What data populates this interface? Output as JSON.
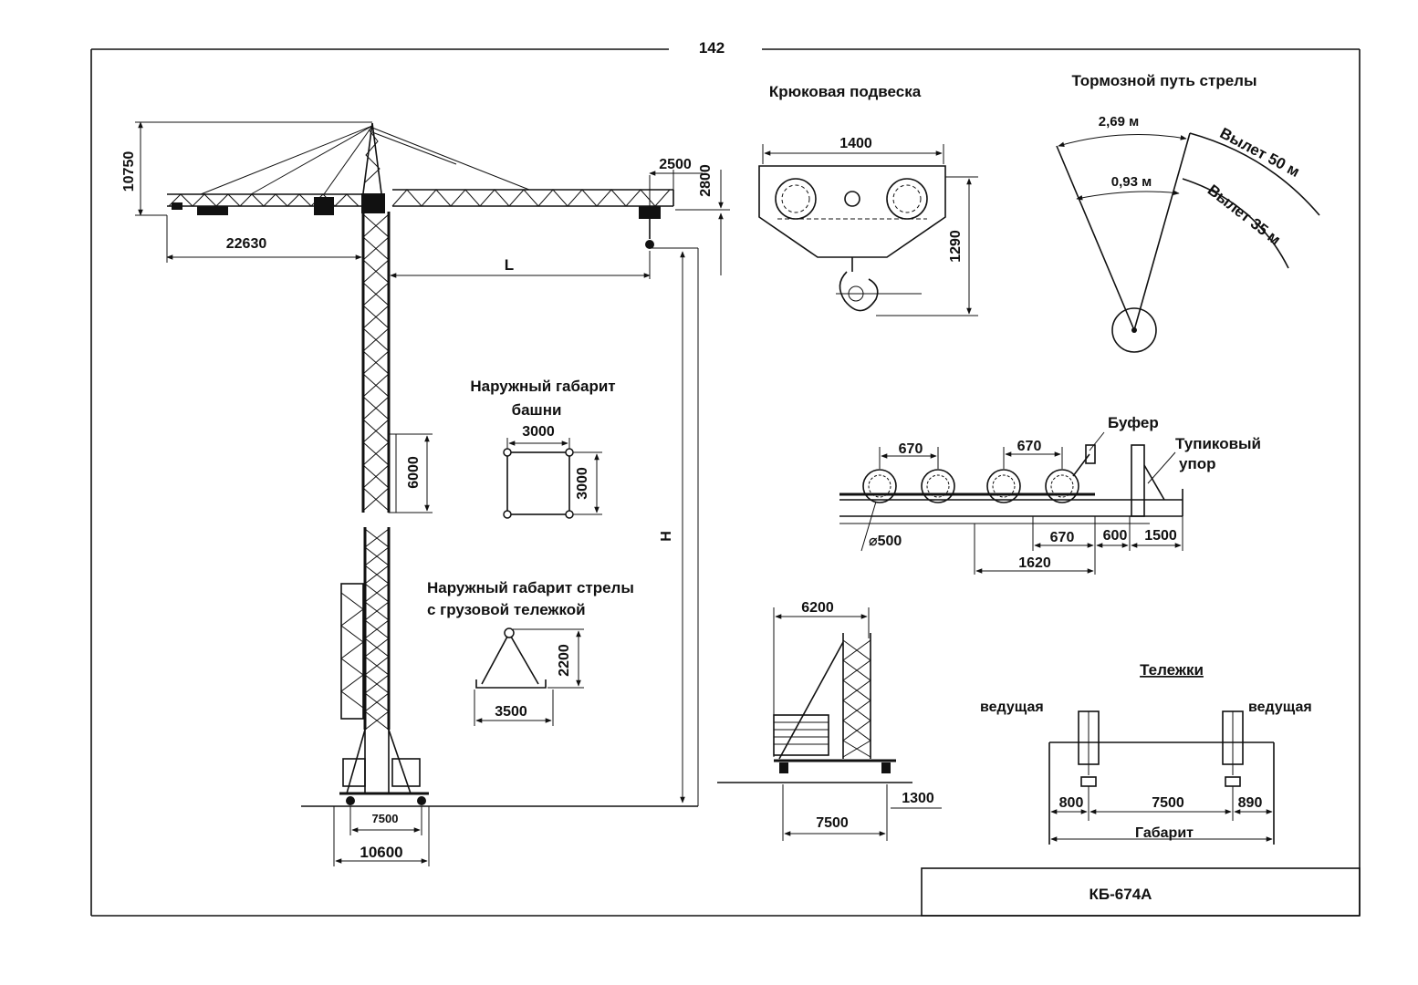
{
  "page_number": "142",
  "crane": {
    "dims": {
      "height_top": "10750",
      "counter_jib": "22630",
      "trolley_offset": "2500",
      "jib_height": "2800",
      "reach": "L",
      "hook_height": "H",
      "section": "6000",
      "track_inner": "7500",
      "track_outer": "10600"
    }
  },
  "tower_section": {
    "title_line1": "Наружный габарит",
    "title_line2": "башни",
    "width": "3000",
    "depth": "3000"
  },
  "jib_section": {
    "title_line1": "Наружный габарит стрелы",
    "title_line2": "с грузовой тележкой",
    "height": "2200",
    "width": "3500"
  },
  "hook_block": {
    "title": "Крюковая подвеска",
    "width": "1400",
    "height": "1290"
  },
  "braking": {
    "title": "Тормозной путь стрелы",
    "outer_label": "2,69 м",
    "inner_label": "0,93 м",
    "outer_reach": "Вылет 50 м",
    "inner_reach": "Вылет 35 м"
  },
  "buffer_stop": {
    "buffer_label": "Буфер",
    "stop_label_line1": "Тупиковый",
    "stop_label_line2": "упор",
    "wheel_spacing_a": "670",
    "wheel_spacing_b": "670",
    "wheel_diameter": "⌀500",
    "d_670": "670",
    "d_600": "600",
    "d_1500": "1500",
    "d_1620": "1620"
  },
  "base_view": {
    "top_width": "6200",
    "track": "7500",
    "clearance": "1300"
  },
  "bogies": {
    "title": "Тележки",
    "left_label": "ведущая",
    "right_label": "ведущая",
    "left_dim": "800",
    "center_dim": "7500",
    "right_dim": "890",
    "overall_label": "Габарит"
  },
  "title_block": {
    "model": "КБ-674А"
  }
}
